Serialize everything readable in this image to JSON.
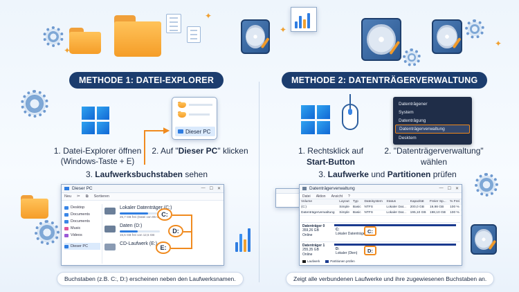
{
  "colors": {
    "accent": "#f08a1e",
    "navy": "#1c3d6e",
    "blue": "#2f7de1",
    "folder": "#f59d28"
  },
  "method1": {
    "title": "METHODE 1: DATEI-EXPLORER",
    "step1_title": "1. Datei-Explorer öffnen",
    "step1_sub": "(Windows-Taste + E)",
    "step2_prefix": "2. Auf \"",
    "step2_bold": "Dieser PC",
    "step2_suffix": "\" klicken",
    "pc_card_label": "Dieser PC",
    "step3_prefix": "3. ",
    "step3_bold": "Laufwerksbuchstaben",
    "step3_suffix": " sehen",
    "explorer": {
      "window_title": "Dieser PC",
      "toolbar_new": "Neu",
      "toolbar_sort": "Sortieren",
      "nav_items": [
        "Desktop",
        "Documents",
        "Documents",
        "Music",
        "Videos"
      ],
      "nav_selected": "Dieser PC",
      "drives": [
        {
          "name": "Lokaler Datenträger (C:)",
          "info": "25,7 GB frei (Datei von 85 GB)",
          "letter": "C:",
          "fill": 0.7
        },
        {
          "name": "Daten (D:)",
          "info": "15,5 GB frei von 12,5 GB",
          "letter": "D:",
          "fill": 0.45
        },
        {
          "name": "CD-Laufwerk (E:)",
          "info": "",
          "letter": "E:",
          "fill": 0
        }
      ]
    },
    "caption": "Buchstaben (z.B. C:, D:) erscheinen neben den Laufwerksnamen."
  },
  "method2": {
    "title": "METHODE 2: DATENTRÄGERVERWALTUNG",
    "step1_title": "1. Rechtsklick auf",
    "step1_sub": "Start-Button",
    "step2_line1": "2. \"Datenträgerverwaltung\"",
    "step2_line2": "wählen",
    "menu_items": [
      "Datenträgener",
      "System",
      "Datenträgung",
      "Datenträgerverwaltung",
      "Desktem"
    ],
    "menu_selected_index": 3,
    "step3_prefix": "3. ",
    "step3_bold1": "Laufwerke",
    "step3_mid": " und ",
    "step3_bold2": "Partitionen",
    "step3_suffix": " prüfen",
    "diskmgmt": {
      "window_title": "Datenträgerverwaltung",
      "menus": [
        "Datei",
        "Aktion",
        "Ansicht",
        "?"
      ],
      "columns": [
        "Volume",
        "Layout",
        "Typ",
        "Dateisystem",
        "Status",
        "Kapazität",
        "Freier Sp...",
        "% Frei"
      ],
      "rows": [
        [
          "(C:)",
          "Simple",
          "Basic",
          "NTFS",
          "Lokaler Dat...",
          "200,0 GB",
          "19,98 GB",
          "100 %"
        ],
        [
          "Datenträgerverwaltung",
          "Simple",
          "Basic",
          "NTFS",
          "Lokaler Dat...",
          "195,10 GB",
          "198,10 GB",
          "100 %"
        ]
      ],
      "disks": [
        {
          "label": "Datenträger 0",
          "size": "359,26 GB",
          "state": "Online",
          "part_name": "C:",
          "part_sub": "Lokaler Datenträger",
          "letter": "C:"
        },
        {
          "label": "Datenträger 1",
          "size": "255,35 GB",
          "state": "Online",
          "part_name": "D:",
          "part_sub": "Lokaler (Dien)",
          "letter": "D:"
        }
      ],
      "legend": [
        "Laufwerk",
        "Partitionen prüfen"
      ]
    },
    "caption": "Zeigt alle verbundenen Laufwerke und ihre zugewiesenen Buchstaben an."
  }
}
